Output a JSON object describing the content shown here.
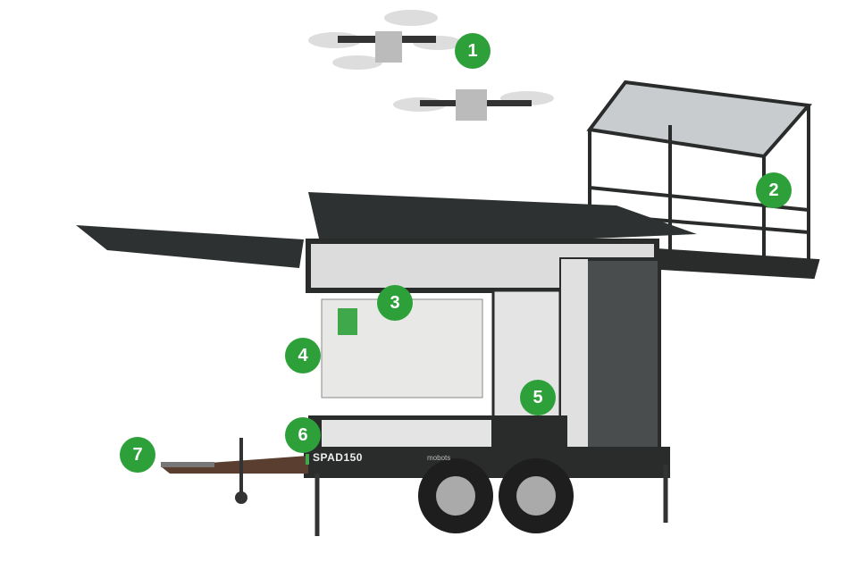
{
  "badges": [
    {
      "number": "1",
      "label": "drones"
    },
    {
      "number": "2",
      "label": "observation-deck"
    },
    {
      "number": "3",
      "label": "generator"
    },
    {
      "number": "4",
      "label": "side-compartment"
    },
    {
      "number": "5",
      "label": "storage-cabinet"
    },
    {
      "number": "6",
      "label": "base-compartment"
    },
    {
      "number": "7",
      "label": "tow-hitch"
    }
  ],
  "product": {
    "model": "SPAD150",
    "brand": "mobots"
  },
  "colors": {
    "badge": "#2ea03a",
    "frame": "#2a2c2b",
    "panel": "#e6e6e6"
  }
}
